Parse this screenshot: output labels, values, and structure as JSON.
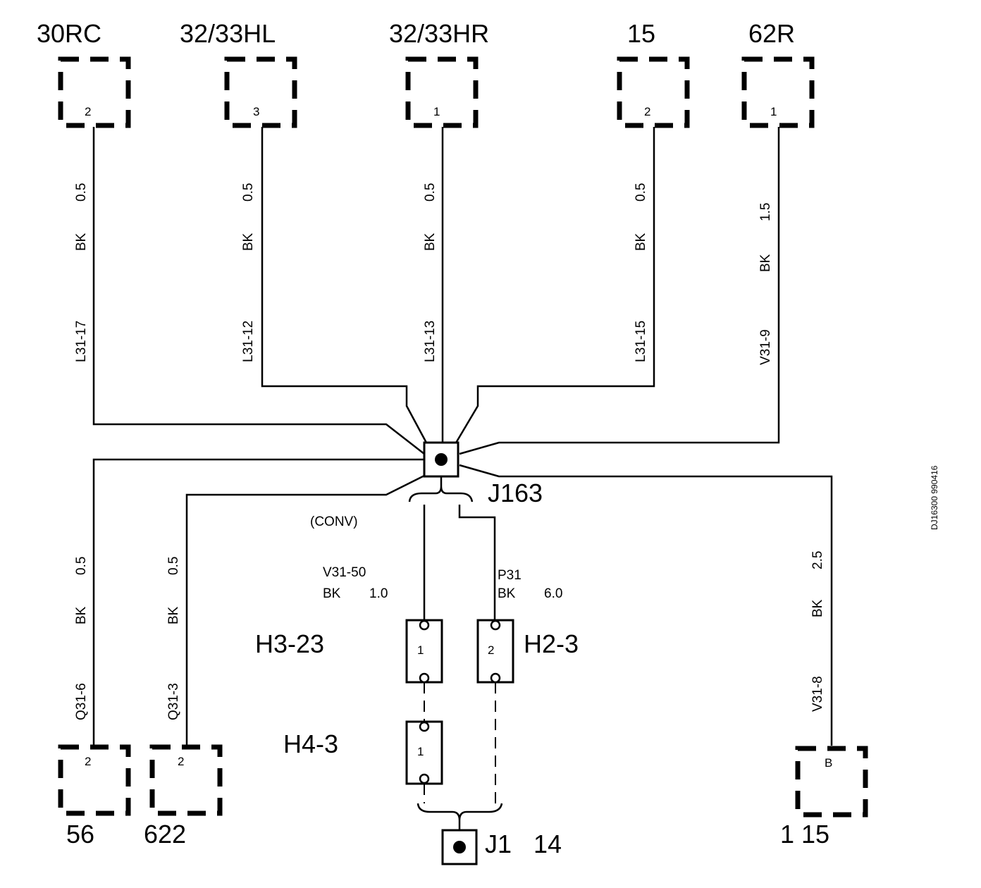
{
  "connectors_top": [
    {
      "name": "30RC",
      "pin": "2"
    },
    {
      "name": "32/33HL",
      "pin": "3"
    },
    {
      "name": "32/33HR",
      "pin": "1"
    },
    {
      "name": "15",
      "pin": "2"
    },
    {
      "name": "62R",
      "pin": "1"
    }
  ],
  "connectors_bottom": [
    {
      "name": "56",
      "pin": "2"
    },
    {
      "name": "622",
      "pin": "2"
    },
    {
      "name": "1 15",
      "pin": "B"
    }
  ],
  "wires": [
    {
      "id": "L31-17",
      "color": "BK",
      "size": "0.5"
    },
    {
      "id": "L31-12",
      "color": "BK",
      "size": "0.5"
    },
    {
      "id": "L31-13",
      "color": "BK",
      "size": "0.5"
    },
    {
      "id": "L31-15",
      "color": "BK",
      "size": "0.5"
    },
    {
      "id": "V31-9",
      "color": "BK",
      "size": "1.5"
    },
    {
      "id": "Q31-6",
      "color": "BK",
      "size": "0.5"
    },
    {
      "id": "Q31-3",
      "color": "BK",
      "size": "0.5"
    },
    {
      "id": "V31-8",
      "color": "BK",
      "size": "2.5"
    }
  ],
  "splice_main": "J163",
  "conv_note": "(CONV)",
  "wire_v3150": {
    "id": "V31-50",
    "color": "BK",
    "size": "1.0"
  },
  "wire_p31": {
    "id": "P31",
    "color": "BK",
    "size": "6.0"
  },
  "h3": {
    "name": "H3-23",
    "pin": "1"
  },
  "h2": {
    "name": "H2-3",
    "pin": "2"
  },
  "h4": {
    "name": "H4-3",
    "pin": "1"
  },
  "ground": {
    "name": "J1",
    "num": "14"
  },
  "doc_code": "DJ16300 990416"
}
